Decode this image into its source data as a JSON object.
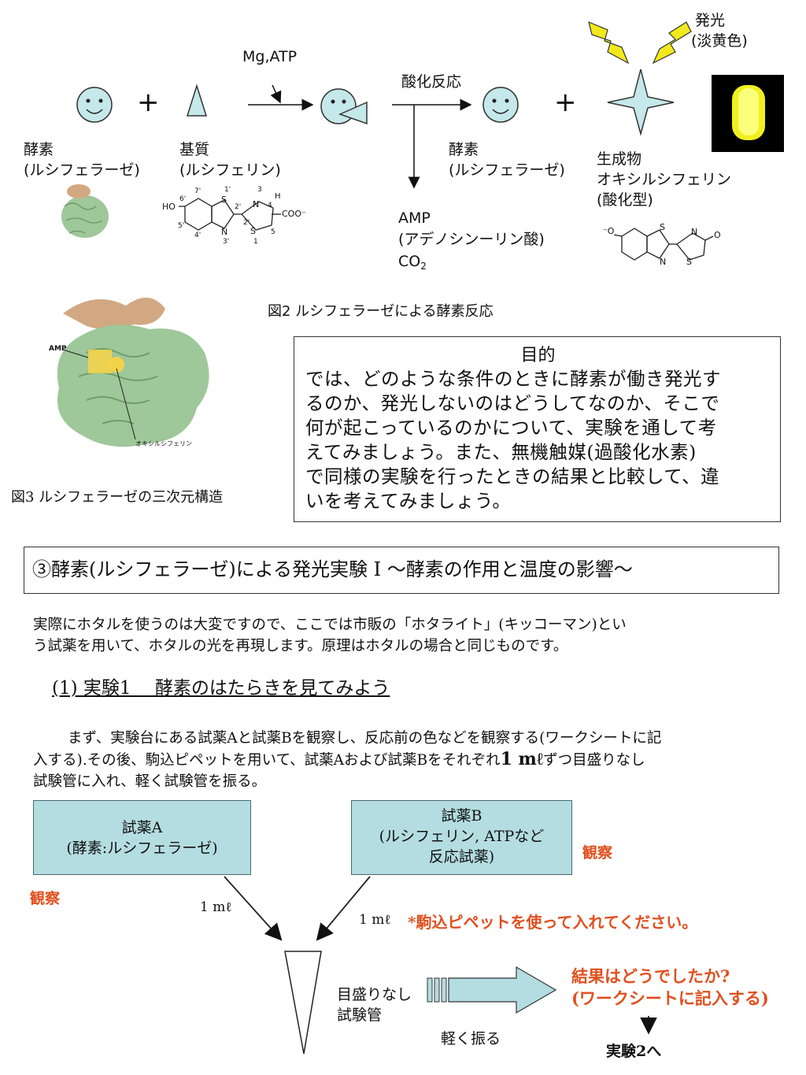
{
  "reaction": {
    "mg_atp": "Mg,ATP",
    "oxidation": "酸化反応",
    "enzyme_label_1": "酵素",
    "enzyme_label_1b": "(ルシフェラーゼ)",
    "substrate_label": "基質",
    "substrate_label_b": "(ルシフェリン)",
    "enzyme_label_2": "酵素",
    "enzyme_label_2b": "(ルシフェラーゼ)",
    "product_label": "生成物",
    "product_label_b": "オキシルシフェリン",
    "product_label_c": "(酸化型)",
    "emission_label": "発光",
    "emission_label_b": "(淡黄色)",
    "amp_1": "AMP",
    "amp_2": "(アデノシンーリン酸)",
    "co2_main": "CO",
    "co2_sub": "2",
    "plus": "+",
    "figure2_caption": "図2 ルシフェラーゼによる酵素反応"
  },
  "structure_labels": {
    "ho": "HO",
    "p7": "7'",
    "p6": "6'",
    "p5": "5'",
    "p4": "4'",
    "p1": "1'",
    "p2": "2'",
    "p3": "3'",
    "s1": "S",
    "n1": "N",
    "n3": "N",
    "s2": "S",
    "h": "H",
    "c4": "4",
    "c5": "5",
    "c1": "1",
    "c2": "2'",
    "c3": "3",
    "coo": "COO⁻",
    "o_minus": "⁻O",
    "s3": "S",
    "n4": "N",
    "s4": "S",
    "n5": "N",
    "o": "O"
  },
  "figure3": {
    "amp_label": "AMP",
    "oxy_label": "オキシルシフェリン",
    "caption": "図3 ルシフェラーゼの三次元構造"
  },
  "purpose": {
    "title": "目的",
    "lines": [
      "では、どのような条件のときに酵素が働き発光す",
      "るのか、発光しないのはどうしてなのか、そこで",
      "何が起こっているのかについて、実験を通して考",
      "えてみましょう。また、無機触媒(過酸化水素)",
      "で同様の実験を行ったときの結果と比較して、違",
      "いを考えてみましょう。"
    ]
  },
  "section": {
    "title": "③酵素(ルシフェラーゼ)による発光実験 Ⅰ ～酵素の作用と温度の影響～"
  },
  "intro": {
    "line1": "実際にホタルを使うのは大変ですので、ここでは市販の「ホタライト」(キッコーマン)とい",
    "line2": "う試薬を用いて、ホタルの光を再現します。原理はホタルの場合と同じものです。"
  },
  "experiment1": {
    "heading": "(1) 実験1　 酵素のはたらきを見てみよう",
    "p1": "まず、実験台にある試薬Aと試薬Bを観察し、反応前の色などを観察する(ワークシートに記",
    "p2a": "入する).その後、駒込ピペットを用いて、試薬Aおよび試薬Bをそれぞれ",
    "p2_bold": "1 mℓ",
    "p2b": "ずつ目盛りなし",
    "p3": "試験管に入れ、軽く試験管を振る。"
  },
  "flow": {
    "reagent_a_1": "試薬A",
    "reagent_a_2": "(酵素:ルシフェラーゼ)",
    "reagent_b_1": "試薬B",
    "reagent_b_2": "(ルシフェリン, ATPなど",
    "reagent_b_3": "反応試薬)",
    "observe_a": "観察",
    "observe_b": "観察",
    "vol_a": "1 mℓ",
    "vol_b": "1 mℓ",
    "pipette_note": "*駒込ピペットを使って入れてください。",
    "tube_label_1": "目盛りなし",
    "tube_label_2": "試験管",
    "shake": "軽く振る",
    "result_1": "結果はどうでしたか?",
    "result_2": "(ワークシートに記入する)",
    "next": "実験2へ"
  },
  "colors": {
    "accent_red": "#e0501f",
    "box_fill": "#b4dde1",
    "glow_yellow": "#f0f020",
    "smiley_fill": "#c5e8ea",
    "protein_green": "#9ec79a"
  }
}
